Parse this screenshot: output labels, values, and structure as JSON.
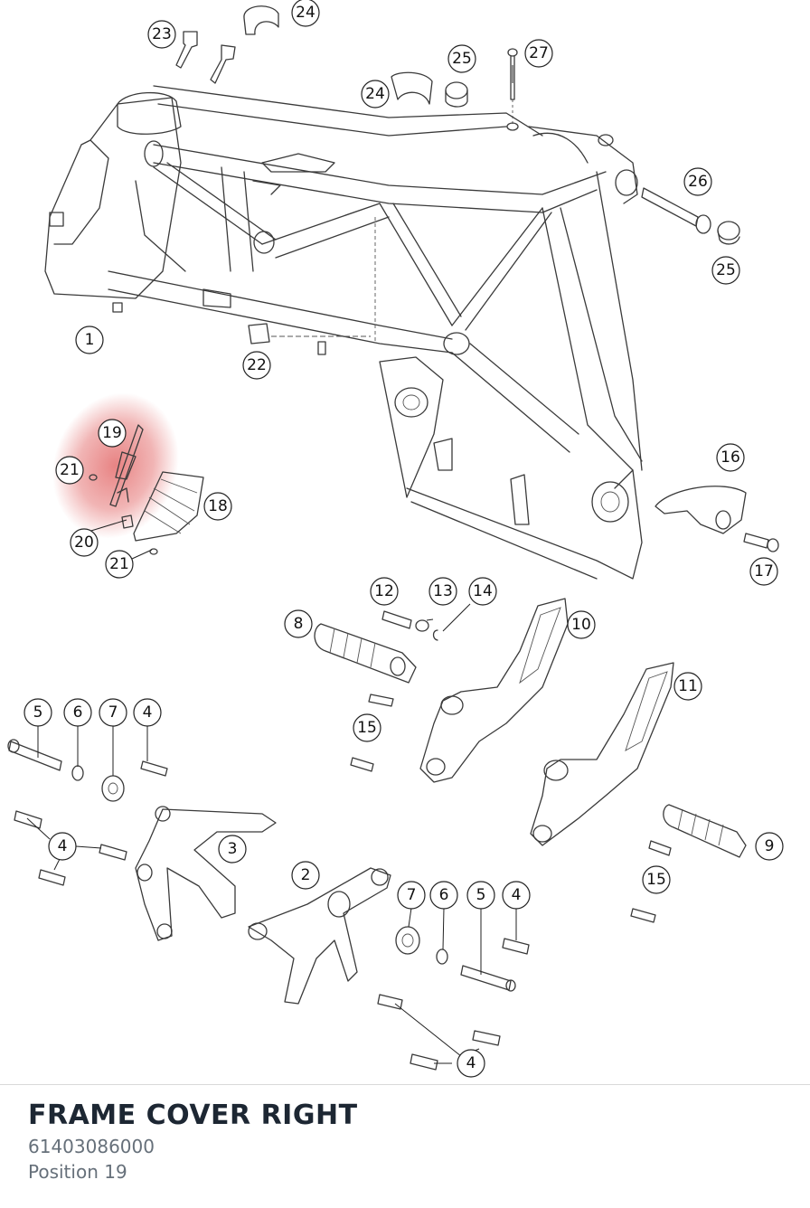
{
  "diagram": {
    "callouts": [
      "1",
      "2",
      "3",
      "4",
      "5",
      "6",
      "7",
      "8",
      "9",
      "10",
      "11",
      "12",
      "13",
      "14",
      "15",
      "16",
      "17",
      "18",
      "19",
      "20",
      "21",
      "22",
      "23",
      "24",
      "25",
      "26",
      "27"
    ],
    "highlight_color": "#e05a5a"
  },
  "footer": {
    "title": "FRAME COVER RIGHT",
    "part_number": "61403086000",
    "position": "Position 19"
  }
}
